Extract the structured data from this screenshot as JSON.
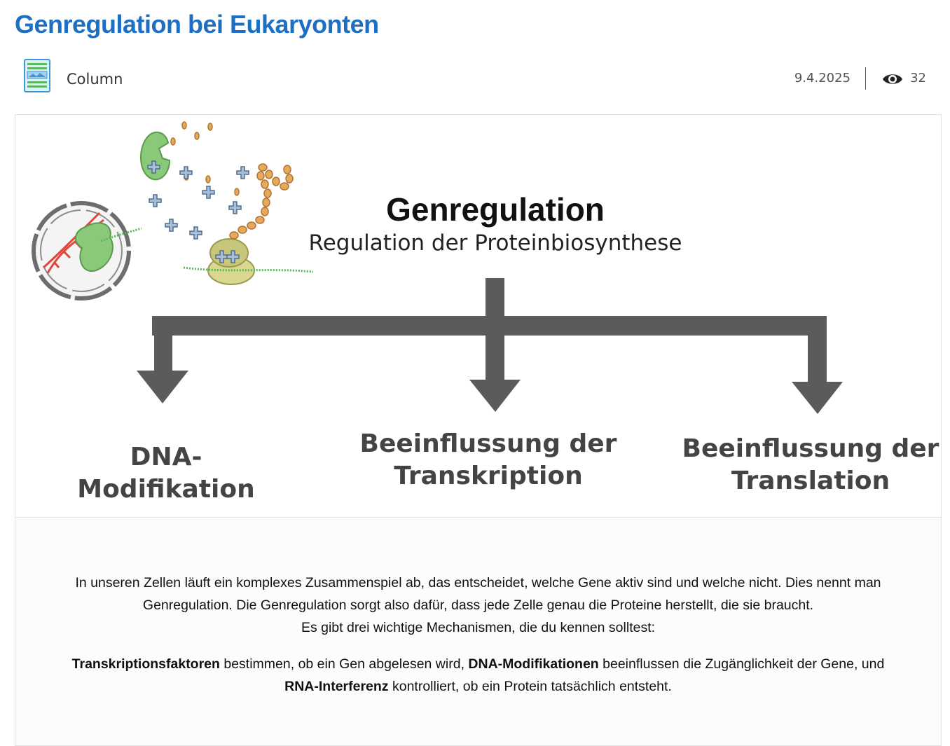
{
  "page": {
    "title": "Genregulation bei Eukaryonten"
  },
  "meta": {
    "type_icon": "column-document-icon",
    "type_label": "Column",
    "date": "9.4.2025",
    "views_icon": "eye-icon",
    "views": "32"
  },
  "figure": {
    "title": "Genregulation",
    "subtitle": "Regulation der Proteinbiosynthese",
    "branches": [
      {
        "line1": "DNA-Modifikation",
        "line2": ""
      },
      {
        "line1": "Beeinflussung der",
        "line2": "Transkription"
      },
      {
        "line1": "Beeinflussung der",
        "line2": "Translation"
      }
    ],
    "illustration_icons": [
      "cell-nucleus-icon",
      "dna-helix-icon",
      "rna-polymerase-icon",
      "trna-icon",
      "ribosome-icon",
      "amino-acid-chain-icon"
    ],
    "colors": {
      "arrow": "#5b5b5b",
      "enzyme_green": "#8bc97a",
      "dna_red": "#e0483a",
      "mrna_green": "#5cb85c",
      "amino_orange": "#e6a95e",
      "trna_blue": "#a9bfd8",
      "ribosome": "#d9d88e"
    }
  },
  "text": {
    "intro_line1": "In unseren Zellen läuft ein komplexes Zusammenspiel ab, das entscheidet, welche Gene aktiv sind und welche nicht. Dies nennt man",
    "intro_line2": "Genregulation. Die Genregulation sorgt also dafür, dass jede Zelle genau die Proteine herstellt, die sie braucht.",
    "intro_line3": "Es gibt drei wichtige Mechanismen, die du kennen solltest:",
    "term1": "Transkriptionsfaktoren",
    "after_term1": " bestimmen, ob ein Gen abgelesen wird, ",
    "term2": "DNA-Modifikationen",
    "after_term2": " beeinflussen die Zugänglichkeit der Gene, und",
    "term3": "RNA-Interferenz",
    "after_term3": " kontrolliert, ob ein Protein tatsächlich entsteht."
  },
  "colors": {
    "title_blue": "#1d6fc4",
    "meta_gray": "#555555"
  }
}
